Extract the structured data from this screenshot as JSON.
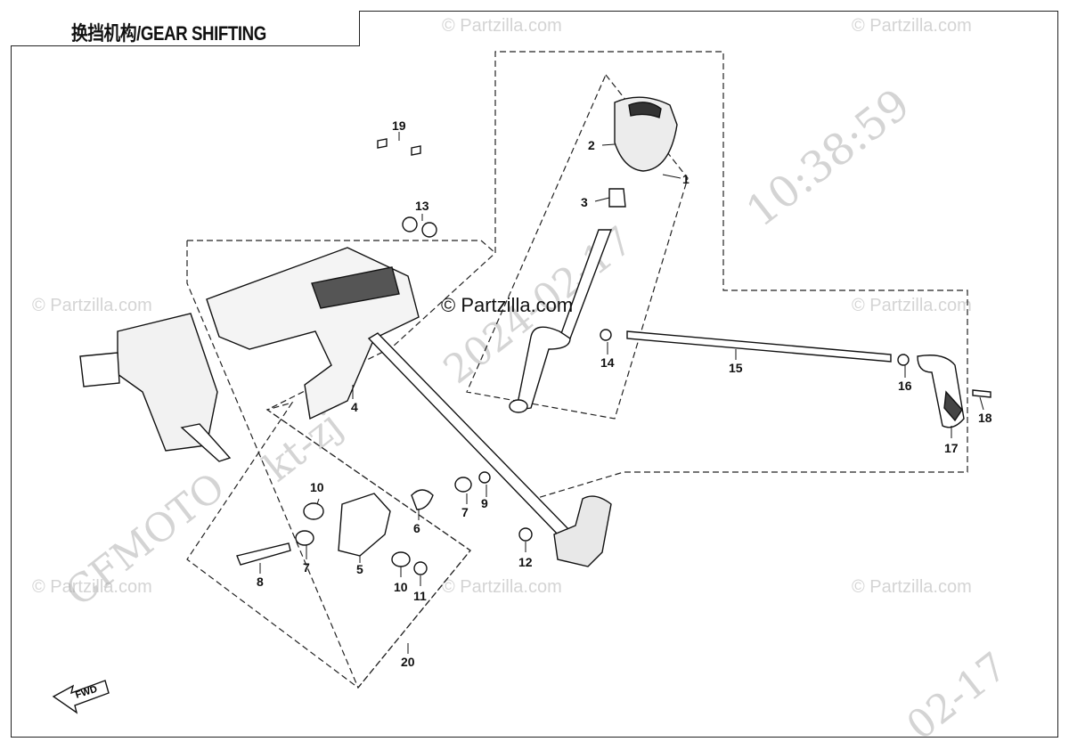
{
  "title": "换挡机构/GEAR SHIFTING",
  "watermarks": {
    "partzilla": "© Partzilla.com",
    "center": "© Partzilla.com",
    "brand": "CFMOTO",
    "time": "10:38:59",
    "date1": "2024-02-17",
    "code": "kt-zj",
    "date2": "02-17"
  },
  "fwd_label": "FWD",
  "callouts": {
    "c1": "1",
    "c2": "2",
    "c3": "3",
    "c4": "4",
    "c5": "5",
    "c6": "6",
    "c7a": "7",
    "c7b": "7",
    "c8": "8",
    "c9": "9",
    "c10a": "10",
    "c10b": "10",
    "c11": "11",
    "c12": "12",
    "c13": "13",
    "c14": "14",
    "c15": "15",
    "c16": "16",
    "c17": "17",
    "c18": "18",
    "c19": "19",
    "c20": "20"
  }
}
